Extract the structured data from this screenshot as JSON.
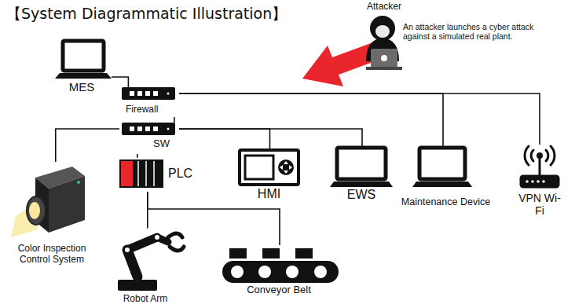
{
  "diagram": {
    "title": "【System Diagrammatic Illustration】",
    "nodes": [
      {
        "text": [
          "MES"
        ]
      },
      {
        "text": [
          "Firewall"
        ]
      },
      {
        "text": [
          "SW"
        ]
      },
      {
        "text": [
          "PLC"
        ]
      },
      {
        "text": [
          "HMI"
        ]
      },
      {
        "text": [
          "EWS"
        ]
      },
      {
        "text": [
          "Maintenance Device"
        ]
      },
      {
        "text": [
          "VPN Wi-Fi"
        ]
      },
      {
        "text": [
          "Color Inspection Control System"
        ]
      },
      {
        "text": [
          "Robot Arm"
        ]
      },
      {
        "text": [
          "Conveyor Belt"
        ]
      },
      {
        "text": [
          "Attacker",
          "An attacker launches a cyber attack against a simulated real plant."
        ]
      }
    ],
    "edges": [
      {
        "from": 0,
        "to": 1,
        "arrow": "none"
      },
      {
        "from": 1,
        "to": 2,
        "arrow": "none"
      },
      {
        "from": 1,
        "to": 6,
        "arrow": "none"
      },
      {
        "from": 1,
        "to": 7,
        "arrow": "none"
      },
      {
        "from": 2,
        "to": 8,
        "arrow": "none"
      },
      {
        "from": 2,
        "to": 4,
        "arrow": "none"
      },
      {
        "from": 2,
        "to": 5,
        "arrow": "none"
      },
      {
        "from": 2,
        "to": 3,
        "arrow": "none"
      },
      {
        "from": 3,
        "to": 9,
        "arrow": "none"
      },
      {
        "from": 3,
        "to": 10,
        "arrow": "none"
      }
    ]
  }
}
